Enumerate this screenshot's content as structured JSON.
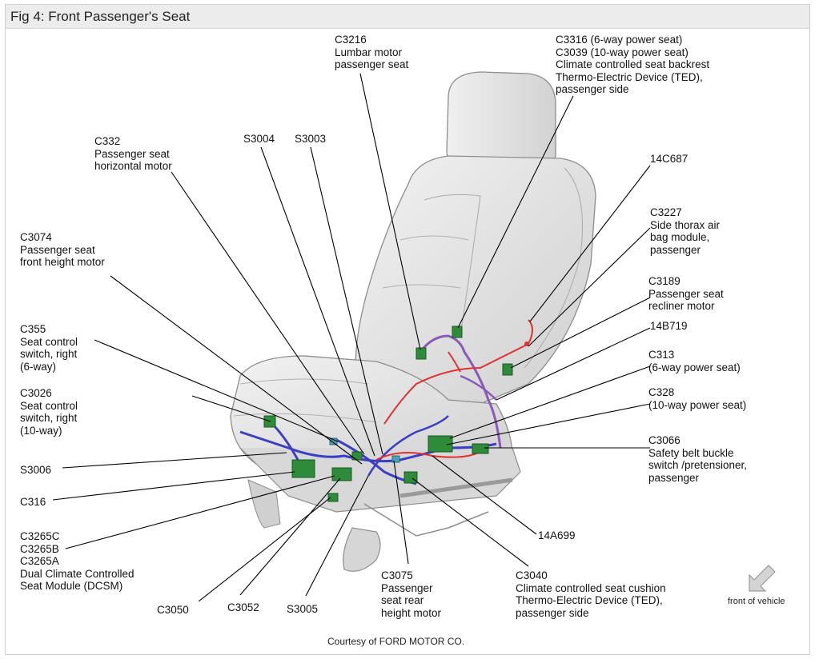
{
  "figure_title": "Fig 4: Front Passenger's Seat",
  "courtesy": "Courtesy of FORD MOTOR CO.",
  "front_of_vehicle": "front of vehicle",
  "arrow_icon": "front-of-vehicle-arrow-icon",
  "colors": {
    "seat": "#e2e2e2",
    "seat_edge": "#9a9a9a",
    "harness_blue": "#3b3fc4",
    "harness_purple": "#8a5ab8",
    "harness_red": "#e03030",
    "connector_green": "#2e8b3a",
    "leader": "#000000"
  },
  "labels": {
    "c3216": "C3216\nLumbar motor\npassenger seat",
    "c3316": "C3316 (6-way power seat)\nC3039 (10-way power seat)\nClimate controlled seat backrest\nThermo-Electric Device (TED),\npassenger side",
    "c332": "C332\nPassenger seat\nhorizontal motor",
    "s3004": "S3004",
    "s3003": "S3003",
    "c14c687": "14C687",
    "c3227": "C3227\nSide thorax air\nbag module,\npassenger",
    "c3074": "C3074\nPassenger seat\nfront height motor",
    "c3189": "C3189\nPassenger seat\nrecliner motor",
    "c355": "C355\nSeat control\nswitch, right\n(6-way)",
    "c14b719": "14B719",
    "c313": "C313\n(6-way power seat)",
    "c3026": "C3026\nSeat control\nswitch, right\n(10-way)",
    "c328": "C328\n(10-way power seat)",
    "s3006": "S3006",
    "c3066": "C3066\nSafety belt buckle\nswitch /pretensioner,\npassenger",
    "c316": "C316",
    "c14a699": "14A699",
    "c3265": "C3265C\nC3265B\nC3265A\nDual Climate Controlled\nSeat Module (DCSM)",
    "c3075": "C3075\nPassenger\nseat rear\nheight motor",
    "c3040": "C3040\nClimate controlled seat cushion\nThermo-Electric Device (TED),\npassenger side",
    "c3050": "C3050",
    "c3052": "C3052",
    "s3005": "S3005"
  }
}
